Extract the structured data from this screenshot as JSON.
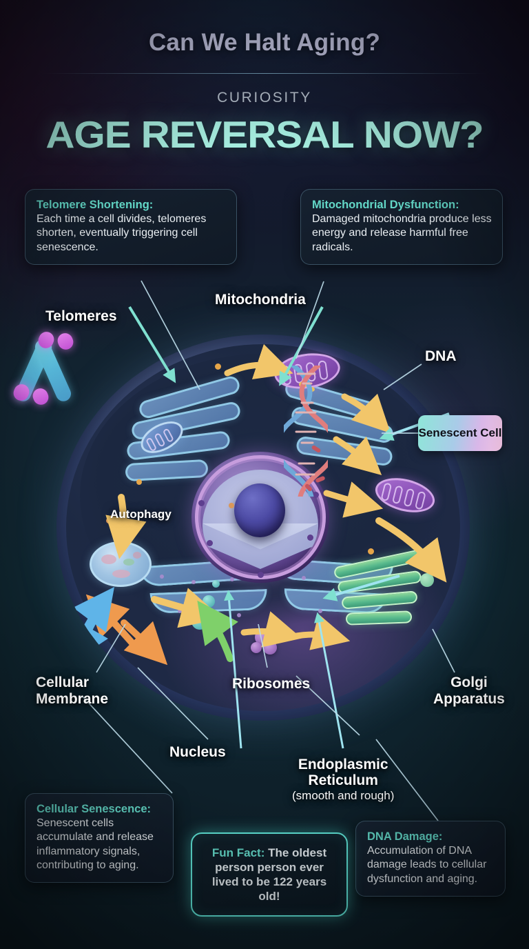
{
  "header": {
    "kicker_title": "Can We Halt Aging?",
    "eyebrow": "CURIOSITY",
    "headline": "AGE REVERSAL NOW?"
  },
  "callouts": {
    "telomere": {
      "title": "Telomere Shortening:",
      "body": "Each time a cell divides, telomeres shorten, eventually triggering cell senescence."
    },
    "mitochondrial": {
      "title": "Mitochondrial Dysfunction:",
      "body": "Damaged mitochondria produce less energy and release harmful free radicals."
    },
    "senescence": {
      "title": "Cellular Senescence:",
      "body": "Senescent cells accumulate and release inflammatory signals, contributing to aging."
    },
    "dna_damage": {
      "title": "DNA Damage:",
      "body": "Accumulation of DNA damage leads to cellular dysfunction and aging."
    }
  },
  "fun_fact": {
    "label": "Fun Fact:",
    "text": " The oldest person person ever lived to be 122 years old!"
  },
  "diagram_labels": {
    "telomeres": "Telomeres",
    "mitochondria": "Mitochondria",
    "dna": "DNA",
    "autophagy": "Autophagy",
    "cellular_membrane": "Cellular\nMembrane",
    "ribosomes": "Ribosomes",
    "golgi": "Golgi\nApparatus",
    "nucleus": "Nucleus",
    "endoplasmic_reticulum": "Endoplasmic\nReticulum",
    "endoplasmic_reticulum_sub": "(smooth and rough)",
    "senescent_cell": "Senescent\nCell"
  },
  "colors": {
    "background_top": "#180f26",
    "background_bottom": "#0d1d26",
    "headline": "#a8f0e2",
    "accent_teal": "#63d8c8",
    "kicker": "#c9cbe8",
    "label_white": "#ffffff",
    "box_border": "rgba(130,175,200,0.35)",
    "funfact_border": "#5fe3d6",
    "nucleus_purple": "#7d63ad",
    "mitochondria_purple": "#8f55bb",
    "golgi_green": "#56b88c",
    "er_blue": "#6f9fd0",
    "telomere_cap": "#c253d4",
    "arrow_orange": "#f0a74a",
    "arrow_yellow": "#f2c66a",
    "arrow_teal": "#6fd4c4",
    "leader_line": "#bcdbe8"
  }
}
